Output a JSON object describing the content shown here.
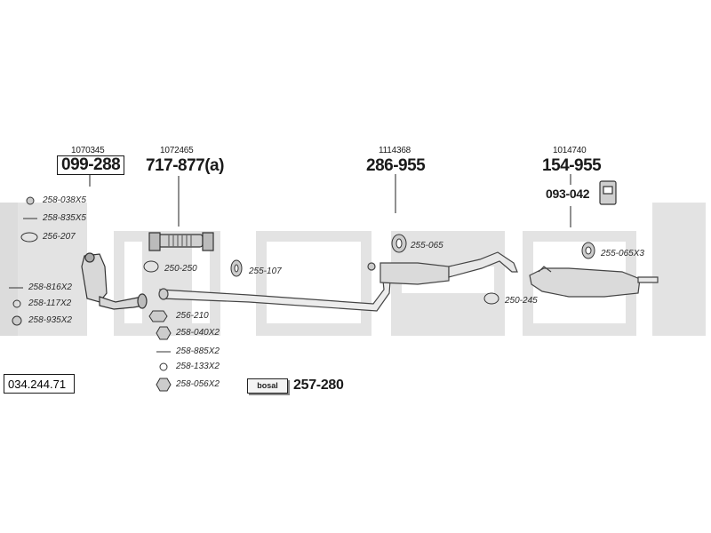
{
  "diagram_id": "034.244.71",
  "watermark": "bosal",
  "assemblies": {
    "catalyst": {
      "ref": "1070345",
      "part": "099-288"
    },
    "front_pipe": {
      "ref": "1072465",
      "part": "717-877(a)"
    },
    "middle_silencer": {
      "ref": "1114368",
      "part": "286-955"
    },
    "rear_silencer": {
      "ref": "1014740",
      "part": "154-955",
      "sub_part": "093-042"
    }
  },
  "fittings": {
    "nut_38": "258-038X5",
    "bolt_835": "258-835X5",
    "ring_207": "256-207",
    "bolt_816": "258-816X2",
    "washer_117": "258-117X2",
    "nut_935": "258-935X2",
    "clamp_250_250": "250-250",
    "gasket_255_107": "255-107",
    "gasket_256_210": "256-210",
    "nut_040": "258-040X2",
    "bolt_885": "258-885X2",
    "washer_133": "258-133X2",
    "nut_056": "258-056X2",
    "hanger_255_065": "255-065",
    "hanger_255_065x3": "255-065X3",
    "clamp_250_245": "250-245"
  },
  "mounting_kit": {
    "badge": "bosal",
    "part": "257-280"
  }
}
